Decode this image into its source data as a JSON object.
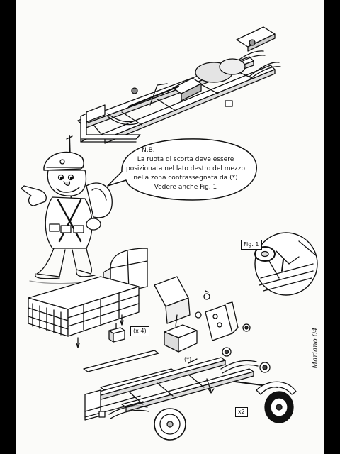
{
  "bubble": {
    "nb": "N.B.",
    "line1": "La ruota di scorta deve essere",
    "line2": "posizionata nel lato destro del mezzo",
    "line3": "nella zona contrassegnata da  (*)",
    "line4": "Vedere anche  Fig. 1"
  },
  "labels": {
    "fig1": "Fig. 1",
    "x4": "(x 4)",
    "x2": "x2",
    "asterisk": "(*)"
  },
  "signature": "Mariano 04"
}
